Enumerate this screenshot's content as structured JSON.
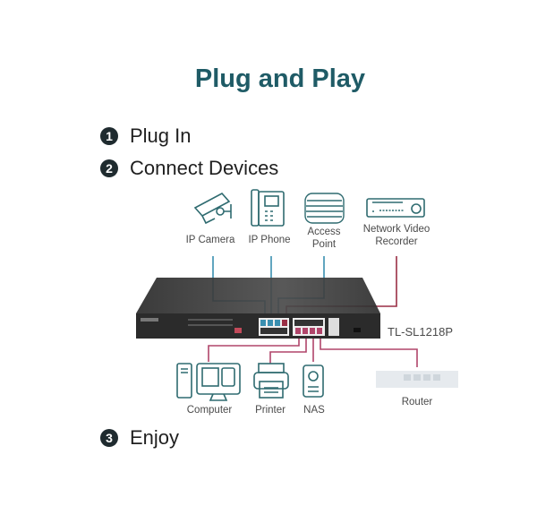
{
  "title": "Plug and Play",
  "steps": [
    {
      "num": "1",
      "label": "Plug In"
    },
    {
      "num": "2",
      "label": "Connect Devices"
    },
    {
      "num": "3",
      "label": "Enjoy"
    }
  ],
  "devices_top": {
    "ip_camera": "IP Camera",
    "ip_phone": "IP Phone",
    "access_point_1": "Access",
    "access_point_2": "Point",
    "nvr_1": "Network Video",
    "nvr_2": "Recorder"
  },
  "switch_model": "TL-SL1218P",
  "devices_bottom": {
    "computer": "Computer",
    "printer": "Printer",
    "nas": "NAS",
    "router": "Router"
  },
  "colors": {
    "title": "#1f5b66",
    "poe_line": "#3a8fb0",
    "data_line": "#b0456a",
    "nvr_line": "#9a2f45",
    "icon": "#2f6b70"
  }
}
